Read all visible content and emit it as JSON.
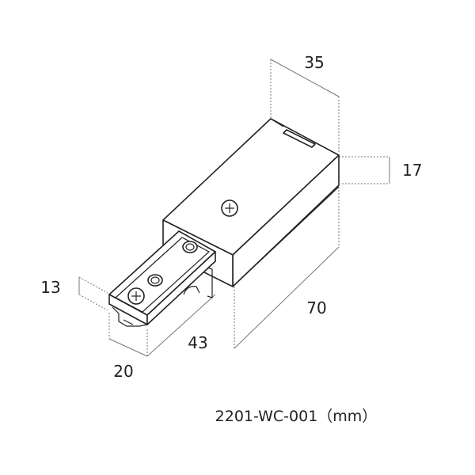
{
  "drawing": {
    "dimensions": {
      "width_top": "35",
      "height_right": "17",
      "length": "70",
      "plug_height": "13",
      "plug_width": "20",
      "plug_length": "43"
    },
    "caption": "2201-WC-001（mm）"
  }
}
